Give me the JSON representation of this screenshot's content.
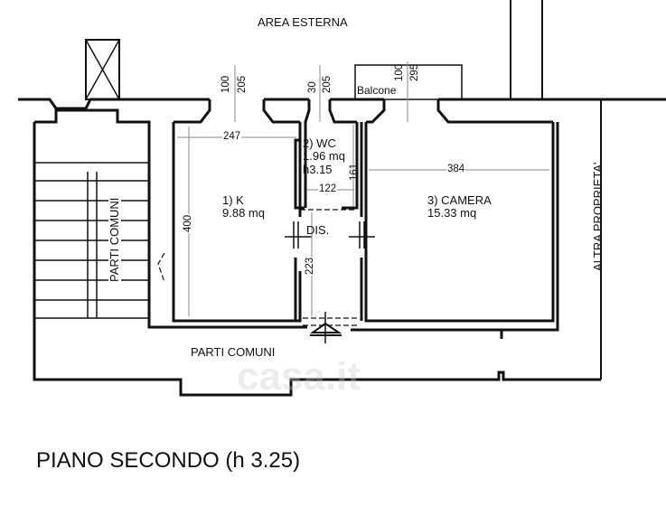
{
  "labels": {
    "area_esterna": "AREA ESTERNA",
    "balcone": "Balcone",
    "parti_comuni_left": "PARTI COMUNI",
    "parti_comuni_bottom": "PARTI COMUNI",
    "altra_proprieta": "ALTRA PROPRIETA'",
    "dis": "DIS."
  },
  "rooms": [
    {
      "name": "1) K",
      "area": "9.88 mq"
    },
    {
      "name": "2) WC",
      "area": "1.96 mq",
      "height": "h3.15"
    },
    {
      "name": "3) CAMERA",
      "area": "15.33 mq"
    }
  ],
  "dimensions": {
    "k_window_a": "100",
    "k_window_b": "205",
    "wc_window_a": "30",
    "wc_window_b": "205",
    "cam_window_a": "100",
    "cam_window_b": "295",
    "k_width": "247",
    "k_depth": "400",
    "wc_width": "122",
    "wc_depth": "161",
    "dis_depth": "223",
    "cam_width": "384"
  },
  "watermark": "casa.it",
  "title": "PIANO SECONDO (h 3.25)"
}
